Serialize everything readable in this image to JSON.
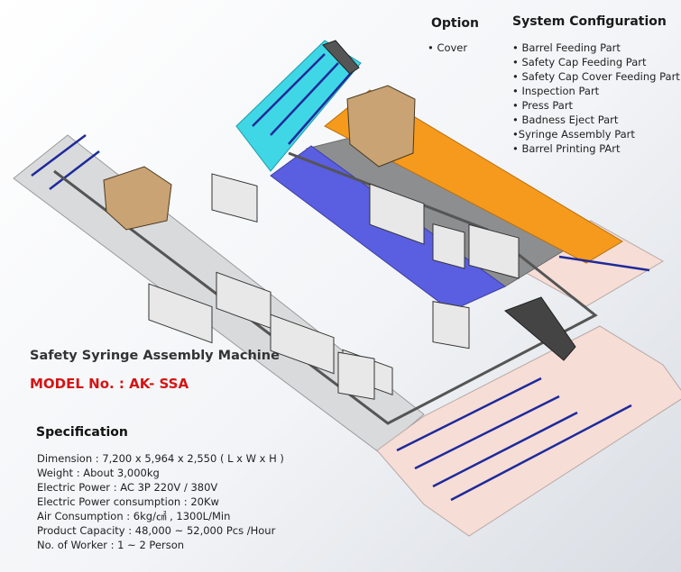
{
  "option": {
    "heading": "Option",
    "items": [
      "• Cover"
    ]
  },
  "system_configuration": {
    "heading": "System Configuration",
    "items": [
      "• Barrel Feeding Part",
      "• Safety Cap Feeding Part",
      "• Safety Cap Cover Feeding Part",
      "• Inspection Part",
      "• Press Part",
      "• Badness Eject Part",
      "•Syringe Assembly Part",
      "• Barrel Printing PArt"
    ]
  },
  "machine": {
    "title": "Safety Syringe Assembly Machine",
    "model": "MODEL No. : AK- SSA"
  },
  "specification": {
    "heading": "Specification",
    "items": [
      "Dimension  :  7,200 x 5,964 x 2,550 ( L x W x H )",
      "Weight  : About 3,000kg",
      "Electric Power : AC 3P 220V / 380V",
      "Electric Power consumption : 20Kw",
      "Air Consumption : 6kg/㎠ , 1300L/Min",
      "Product Capacity :  48,000 ~ 52,000 Pcs /Hour",
      "No. of Worker : 1 ~ 2 Person"
    ]
  },
  "colors": {
    "cyan_zone": "#3fd7e6",
    "orange_zone": "#f59a1c",
    "blue_zone": "#5a5ee0",
    "pink_zone": "#f6ddd6",
    "grey_base": "#8a8a8a",
    "model_red": "#d41414"
  }
}
